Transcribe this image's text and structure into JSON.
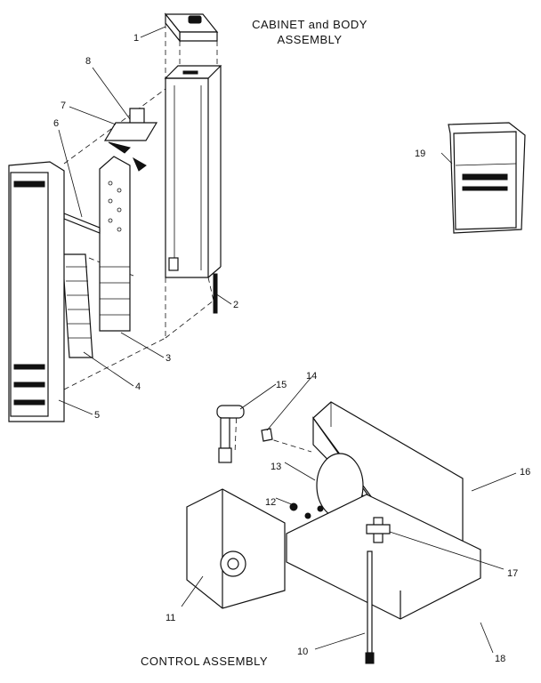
{
  "diagram": {
    "title_line1": "CABINET and BODY",
    "title_line2": "ASSEMBLY",
    "subtitle": "CONTROL ASSEMBLY",
    "callouts": [
      "1",
      "2",
      "3",
      "4",
      "5",
      "6",
      "7",
      "8",
      "10",
      "11",
      "12",
      "13",
      "14",
      "15",
      "16",
      "17",
      "18",
      "19"
    ]
  }
}
